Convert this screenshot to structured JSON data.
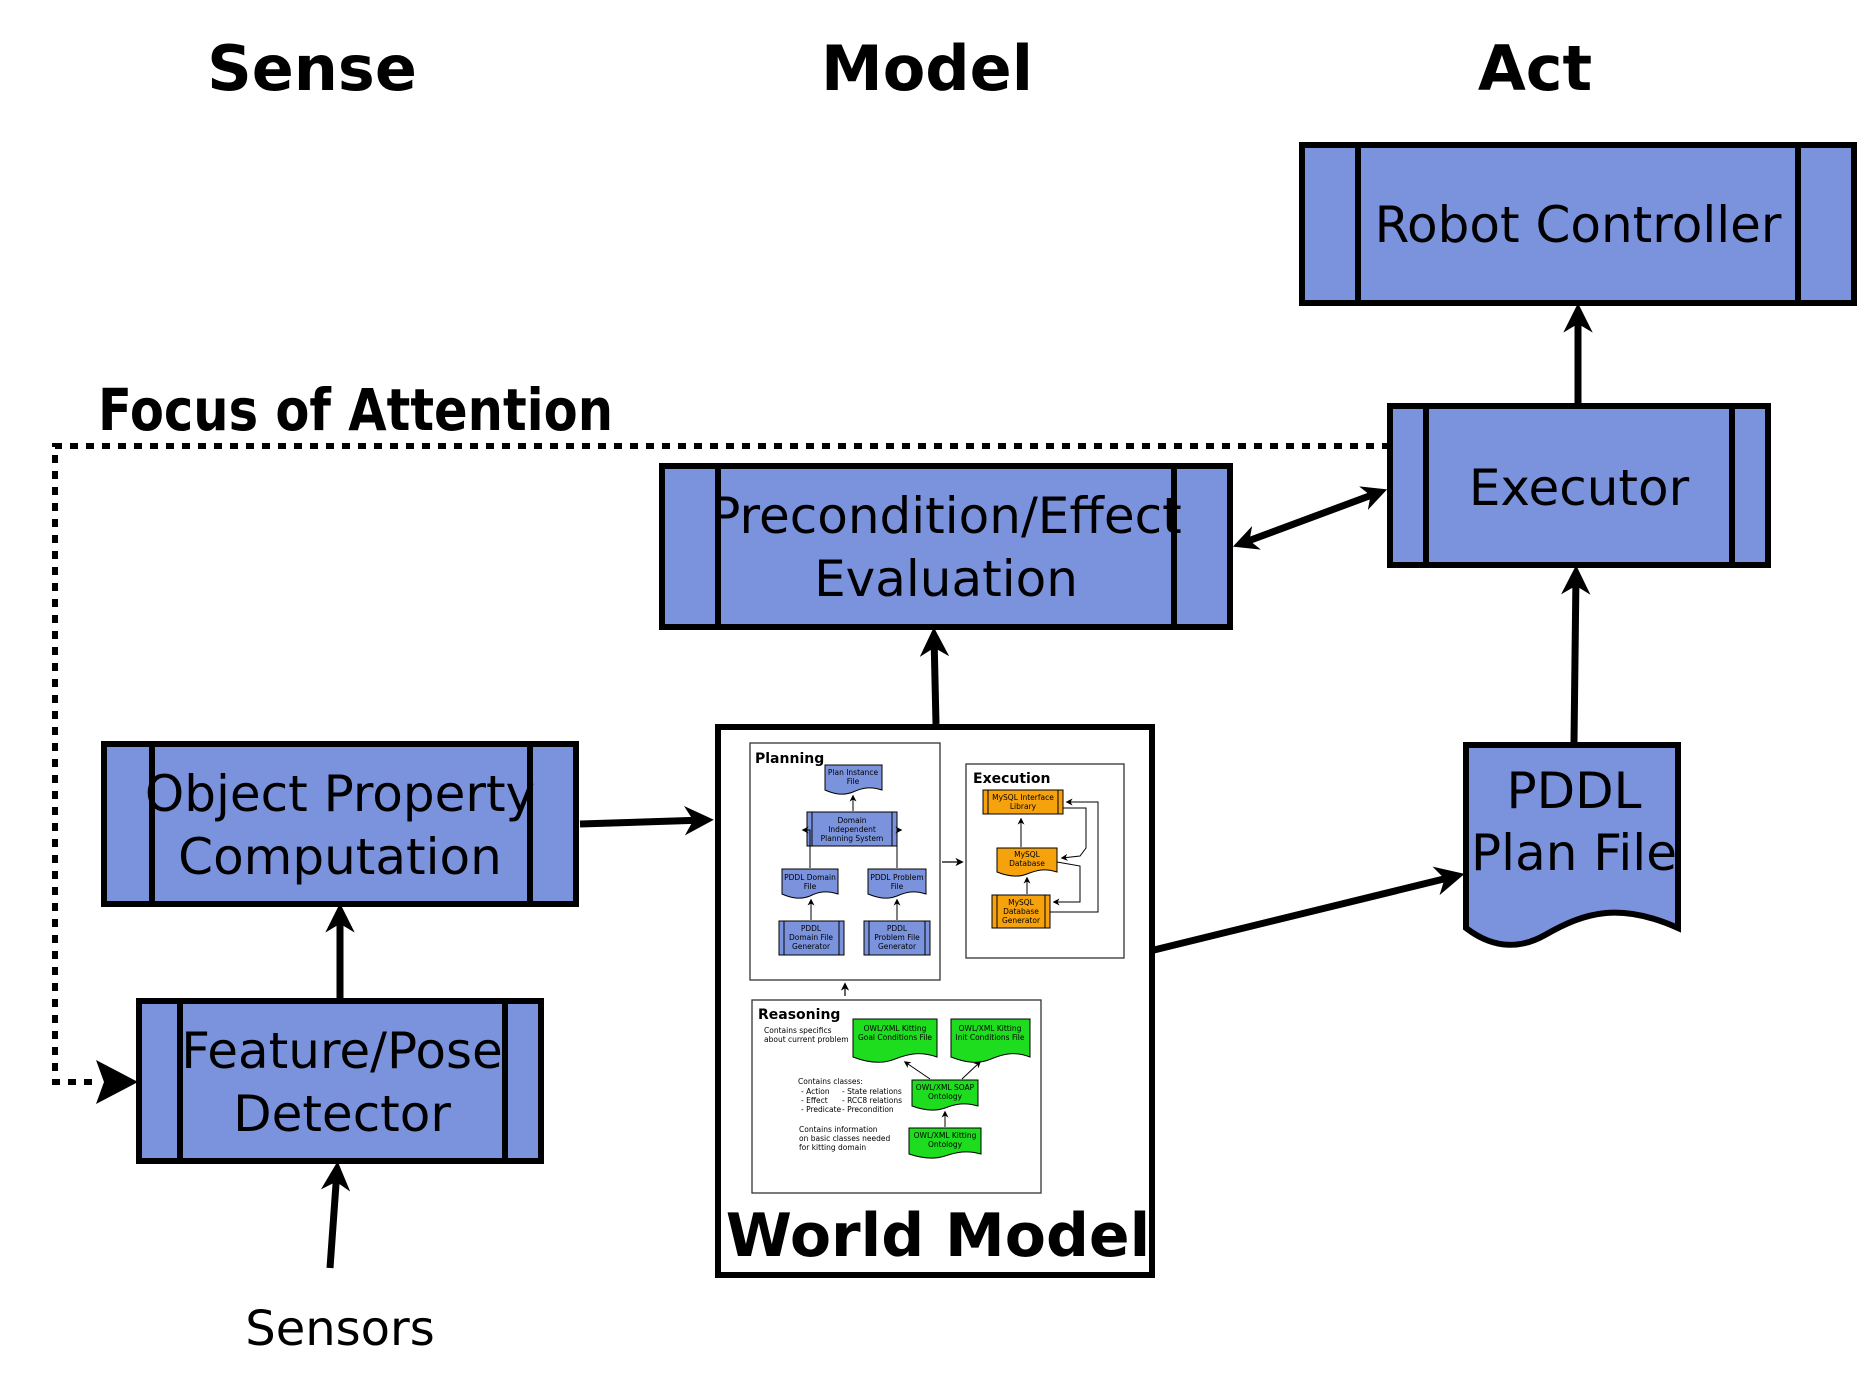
{
  "headers": {
    "sense": "Sense",
    "model": "Model",
    "act": "Act"
  },
  "focus_label": "Focus of Attention",
  "boxes": {
    "robot_controller": "Robot Controller",
    "executor": "Executor",
    "precondition_line1": "Precondition/Effect",
    "precondition_line2": "Evaluation",
    "object_line1": "Object Property",
    "object_line2": "Computation",
    "feature_line1": "Feature/Pose",
    "feature_line2": "Detector",
    "pddl_line1": "PDDL",
    "pddl_line2": "Plan File"
  },
  "sensors_label": "Sensors",
  "world_model_label": "World Model",
  "inset": {
    "planning": {
      "title": "Planning",
      "plan_instance": [
        "Plan Instance",
        "File"
      ],
      "domain_independent": [
        "Domain",
        "Independent",
        "Planning System"
      ],
      "pddl_domain_file": [
        "PDDL Domain",
        "File"
      ],
      "pddl_problem_file": [
        "PDDL Problem",
        "File"
      ],
      "domain_generator": [
        "PDDL",
        "Domain File",
        "Generator"
      ],
      "problem_generator": [
        "PDDL",
        "Problem File",
        "Generator"
      ]
    },
    "execution": {
      "title": "Execution",
      "mysql_interface": [
        "MySQL Interface",
        "Library"
      ],
      "mysql_database": [
        "MySQL",
        "Database"
      ],
      "mysql_generator": [
        "MySQL",
        "Database",
        "Generator"
      ]
    },
    "reasoning": {
      "title": "Reasoning",
      "note_specifics": [
        "Contains specifics",
        "about current problem"
      ],
      "note_classes_title": "Contains classes:",
      "note_classes_left": [
        "- Action",
        "- Effect",
        "- Predicate"
      ],
      "note_classes_right": [
        "- State relations",
        "- RCC8 relations",
        "- Precondition"
      ],
      "note_info": [
        "Contains information",
        "on basic classes needed",
        "for kitting domain"
      ],
      "goal_file": [
        "OWL/XML Kitting",
        "Goal Conditions File"
      ],
      "init_file": [
        "OWL/XML Kitting",
        "Init Conditions File"
      ],
      "soap_ontology": [
        "OWL/XML SOAP",
        "Ontology"
      ],
      "kitting_ontology": [
        "OWL/XML Kitting",
        "Ontology"
      ]
    }
  },
  "colors": {
    "box_fill": "#7b93dc",
    "stroke": "#000000",
    "inset_blue": "#7b93dc",
    "inset_orange": "#f5a20c",
    "inset_green": "#1edc1e"
  }
}
